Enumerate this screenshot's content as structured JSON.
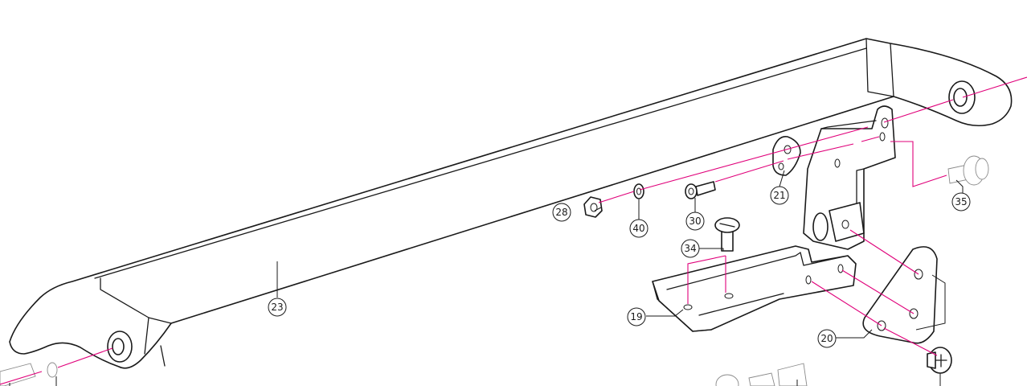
{
  "diagram": {
    "guide_color": "#e0007a",
    "line_color": "#1a1a1a",
    "callouts": [
      {
        "id": "c19",
        "label": "19"
      },
      {
        "id": "c20",
        "label": "20"
      },
      {
        "id": "c21",
        "label": "21"
      },
      {
        "id": "c23",
        "label": "23"
      },
      {
        "id": "c28",
        "label": "28"
      },
      {
        "id": "c30",
        "label": "30"
      },
      {
        "id": "c34",
        "label": "34"
      },
      {
        "id": "c35",
        "label": "35"
      },
      {
        "id": "c40",
        "label": "40"
      }
    ]
  }
}
